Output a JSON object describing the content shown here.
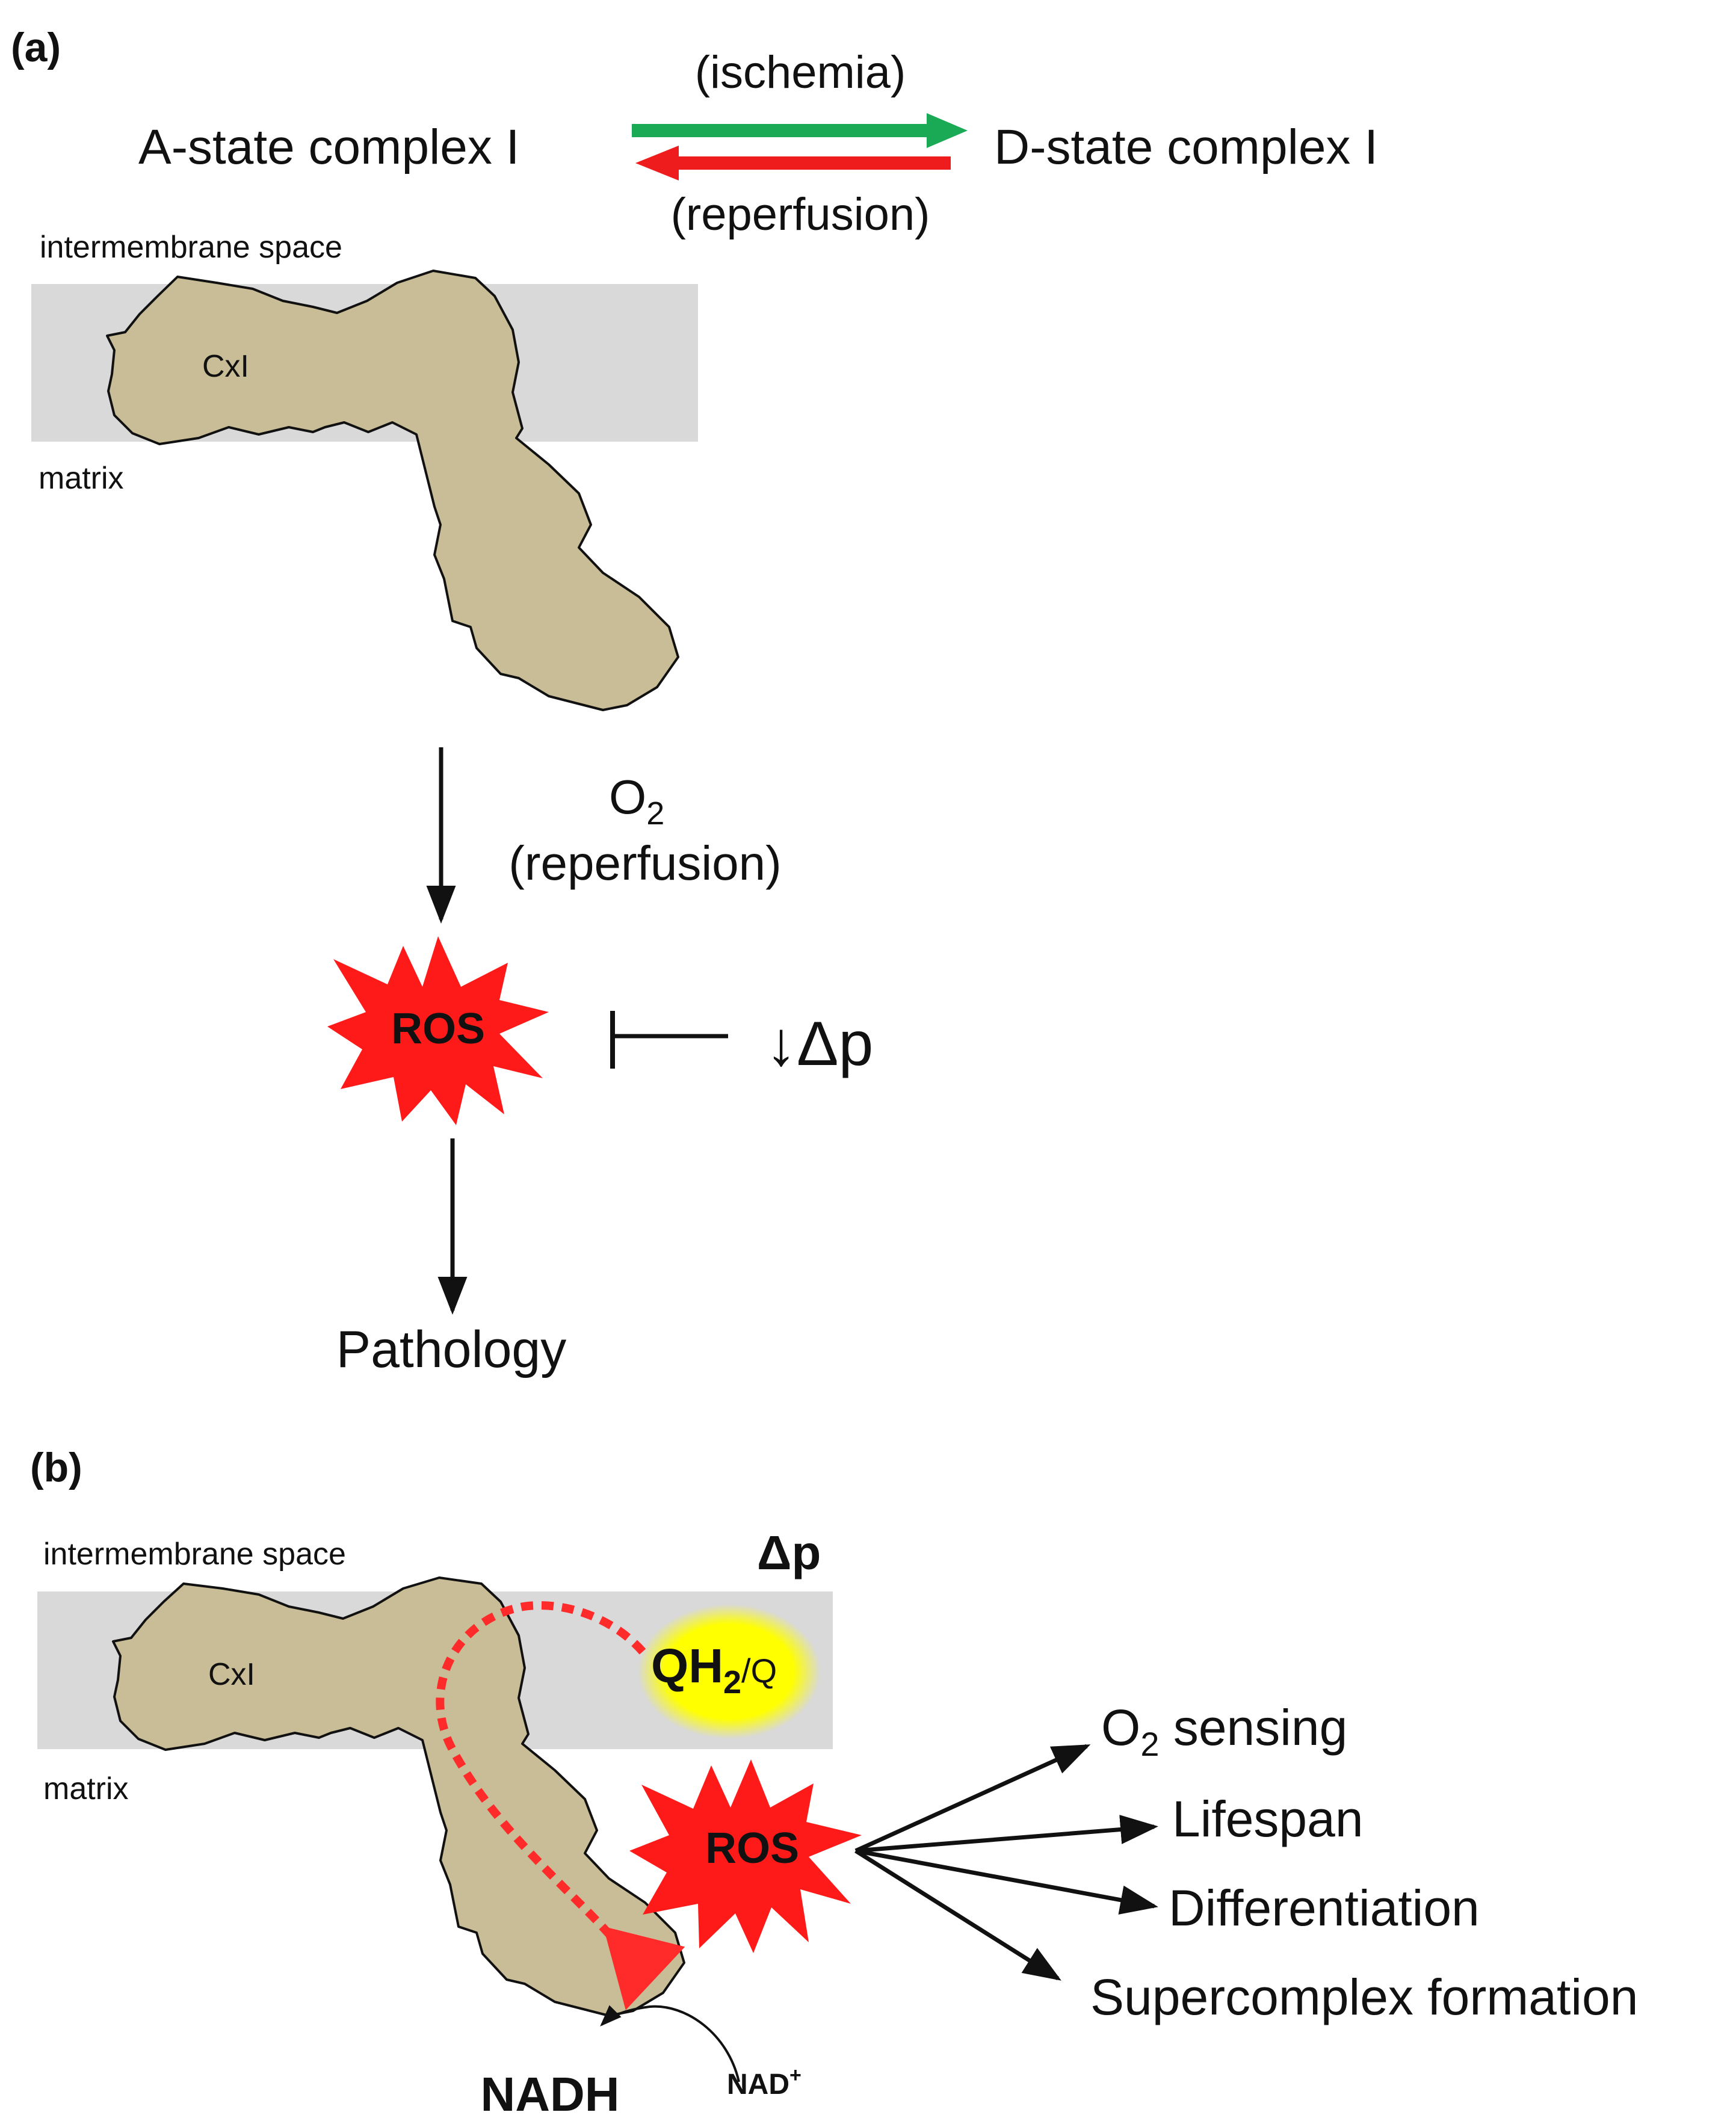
{
  "panel_a": {
    "label": "(a)",
    "state_left": "A-state complex I",
    "state_right": "D-state complex I",
    "arrow_forward_label": "(ischemia)",
    "arrow_back_label": "(reperfusion)",
    "ims_label": "intermembrane space",
    "matrix_label": "matrix",
    "complex_label": "CxI",
    "o2_label": "O",
    "o2_subscript": "2",
    "reperfusion_label": "(reperfusion)",
    "ros_label": "ROS",
    "delta_p_label": "↓Δp",
    "pathology_label": "Pathology"
  },
  "panel_b": {
    "label": "(b)",
    "ims_label": "intermembrane space",
    "matrix_label": "matrix",
    "complex_label": "CxI",
    "delta_p_label": "Δp",
    "qh2_main": "QH",
    "qh2_sub": "2",
    "qh2_tail": "/Q",
    "ros_label": "ROS",
    "nadh_label": "NADH",
    "nad_label": "NAD",
    "nad_sup": "+",
    "outcomes": {
      "o2_main": "O",
      "o2_sub": "2",
      "o2_tail": " sensing",
      "lifespan": "Lifespan",
      "differentiation": "Differentiation",
      "supercomplex": "Supercomplex formation"
    }
  },
  "colors": {
    "membrane": "#d9d9d9",
    "complex_fill": "#c8bd96",
    "ischemia_arrow": "#1aaa55",
    "reperfusion_arrow": "#ee1c1c",
    "ros_burst": "#ff1a1a",
    "qh2_glow": "#ffff00",
    "electron_path": "#ff2a2a"
  }
}
